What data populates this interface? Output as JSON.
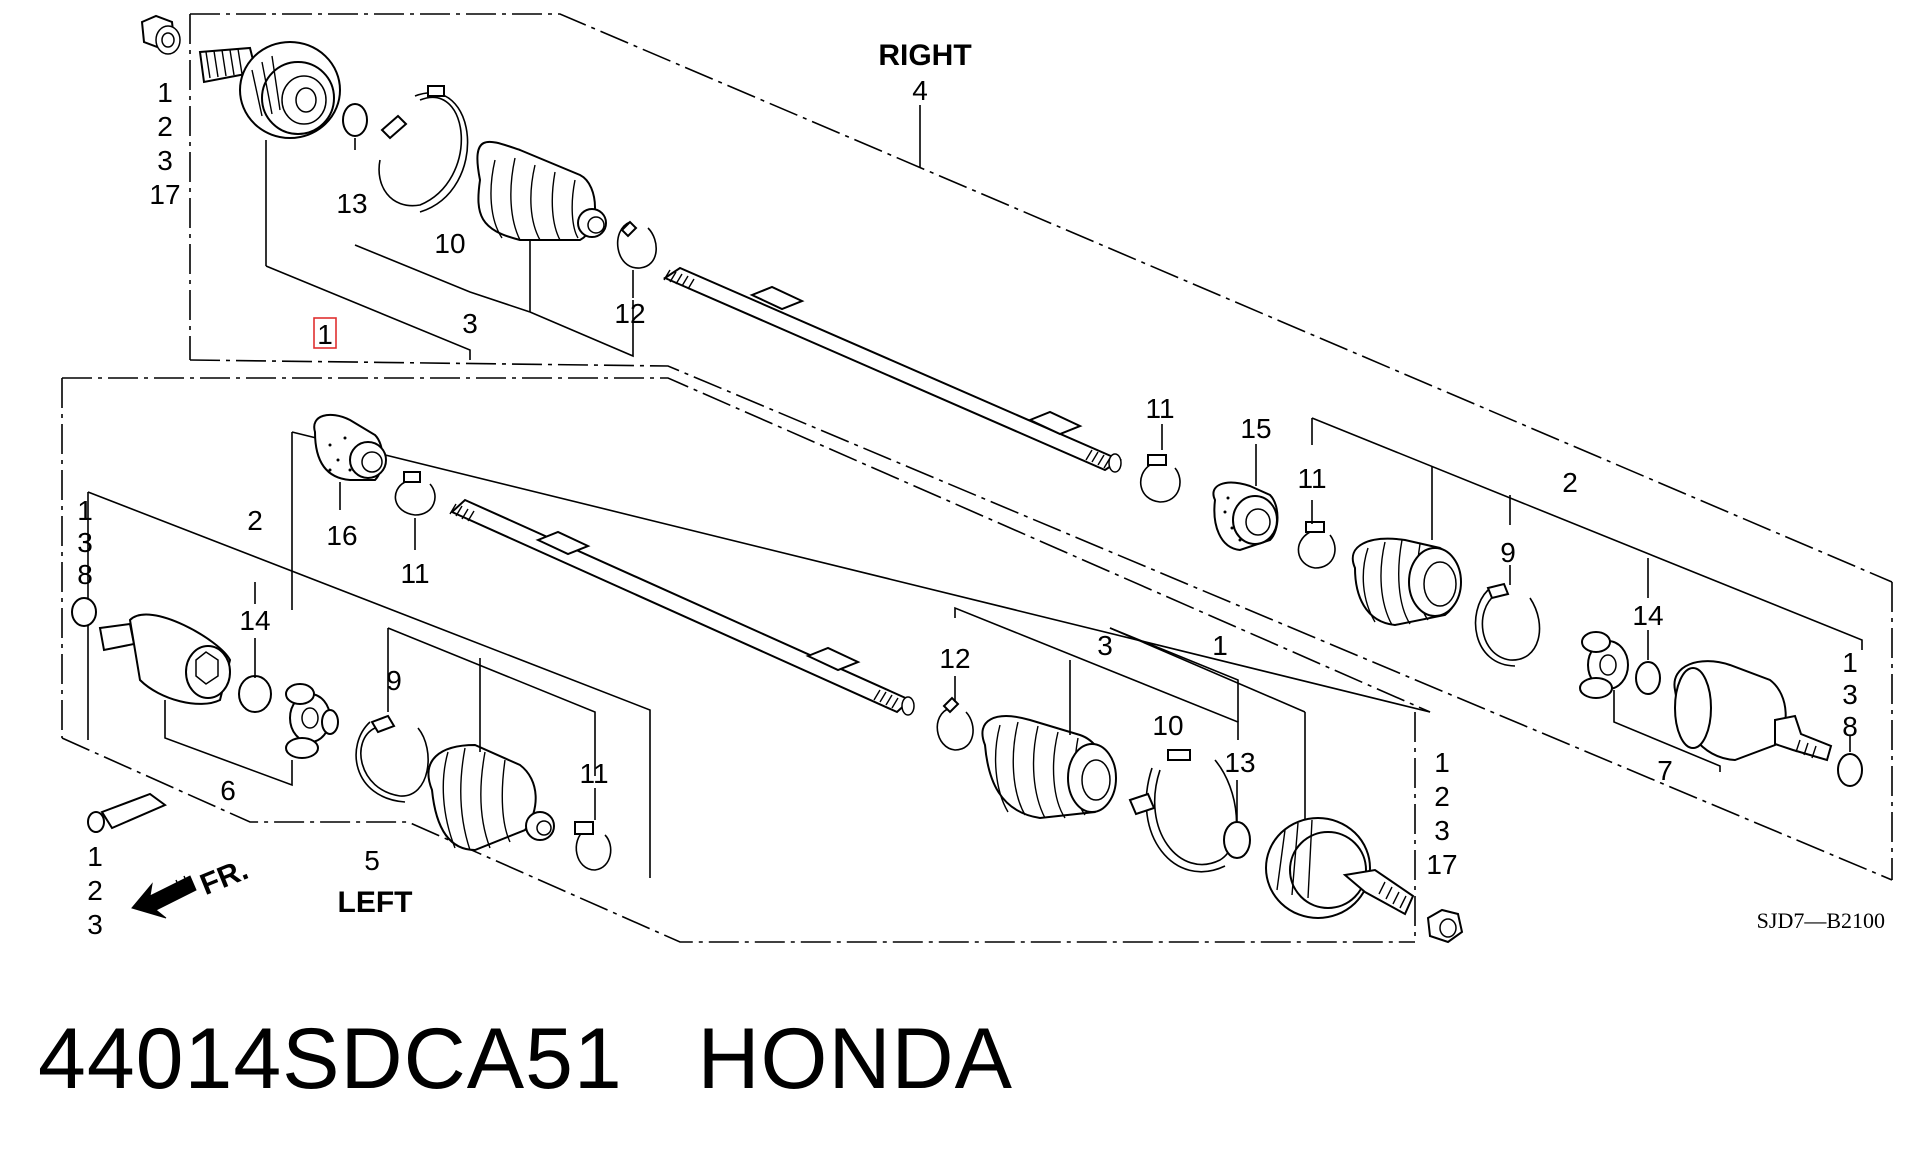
{
  "part_number": "44014SDCA51",
  "brand": "HONDA",
  "diagram_code": "SJD7—B2100",
  "side_labels": {
    "right": "RIGHT",
    "left": "LEFT"
  },
  "direction_label": "FR.",
  "highlight_color": "#e03030",
  "right_group": {
    "assembly_no": "4",
    "callouts": {
      "nut_stack": [
        "1",
        "2",
        "3",
        "17"
      ],
      "boot_band": "13",
      "boot_kit": "10",
      "inner_group": "3",
      "selected": "1",
      "clip": "12"
    }
  },
  "left_group": {
    "assembly_no": "5",
    "callouts": {
      "ring_stack": [
        "1",
        "3",
        "8"
      ],
      "spider_ring": "14",
      "spider_kit": "2",
      "joint_kit": "6",
      "boot_kit": "9",
      "clip_band": "11",
      "grease_stack": [
        "1",
        "2",
        "3"
      ]
    }
  },
  "center_callouts": {
    "damper": "16",
    "band_left": "11",
    "band_right": "11",
    "dust_seal": "15",
    "band_inner": "11"
  },
  "outer_right": {
    "kit": "2",
    "boot": "9",
    "spider_ring": "14",
    "joint": "7",
    "ring_stack": [
      "1",
      "3",
      "8"
    ]
  },
  "outer_left": {
    "clip": "12",
    "group": "3",
    "assembly": "1",
    "band_kit": "10",
    "band": "13",
    "nut_stack": [
      "1",
      "2",
      "3",
      "17"
    ]
  }
}
